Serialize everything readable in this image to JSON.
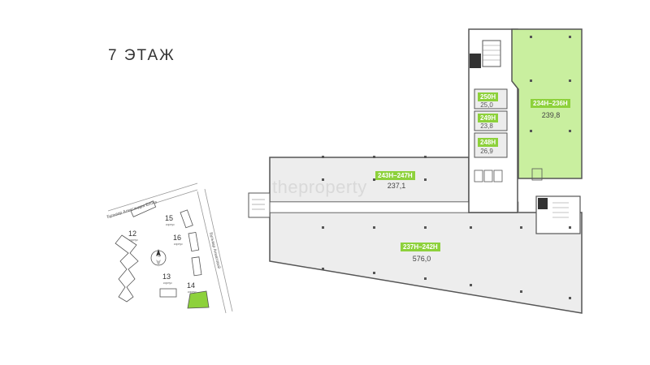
{
  "floor_title": "7 ЭТАЖ",
  "watermark": "theproperty",
  "colors": {
    "accent": "#8dd13b",
    "available_fill": "#c9ef9f",
    "room_fill": "#ededed",
    "wall": "#555555"
  },
  "units": [
    {
      "id": "250h",
      "label": "250Н",
      "area": "25,0"
    },
    {
      "id": "249h",
      "label": "249Н",
      "area": "23,8"
    },
    {
      "id": "248h",
      "label": "248Н",
      "area": "26,9"
    },
    {
      "id": "234h-236h",
      "label": "234Н–236Н",
      "area": "239,8"
    },
    {
      "id": "243h-247h",
      "label": "243Н–247Н",
      "area": "237,1"
    },
    {
      "id": "237h-242h",
      "label": "237Н–242Н",
      "area": "576,0"
    }
  ],
  "site_map": {
    "street_top": "Бульвар Александра Блока",
    "street_right": "Бульвар Ахматовой",
    "building_sub": "корпус",
    "buildings": [
      {
        "number": "15"
      },
      {
        "number": "12"
      },
      {
        "number": "16"
      },
      {
        "number": "13"
      },
      {
        "number": "14",
        "highlighted": true
      }
    ],
    "compass": "N"
  }
}
